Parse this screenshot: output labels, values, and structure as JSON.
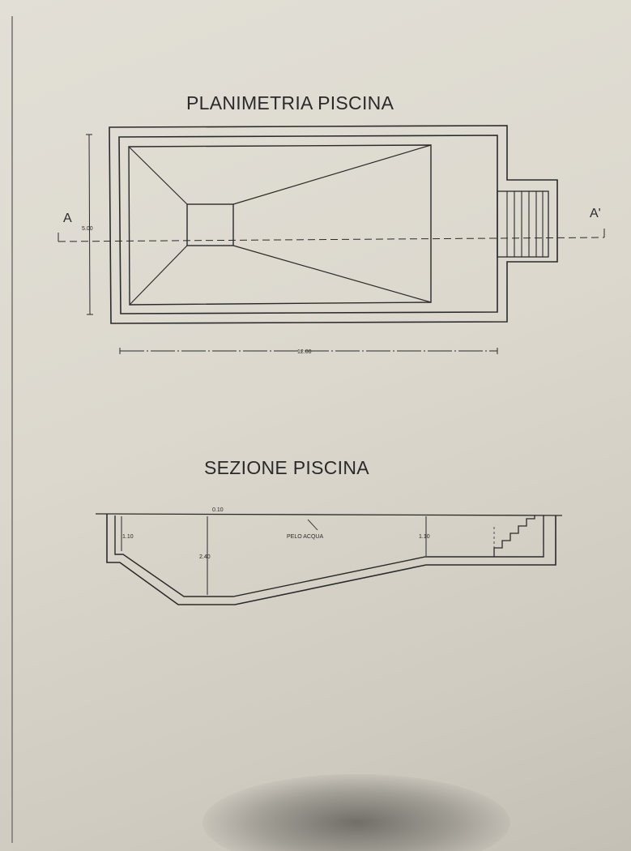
{
  "plan": {
    "title": "PLANIMETRIA PISCINA",
    "section_mark_left": "A",
    "section_mark_right": "A'",
    "width_dimension": "5.00",
    "length_dimension": "12.00"
  },
  "section": {
    "title": "SEZIONE PISCINA",
    "deck_dimension": "0.10",
    "water_level_label": "PELO ACQUA",
    "shallow_step_depth": "1.10",
    "max_depth": "2.40",
    "far_end_depth": "1.10"
  },
  "colors": {
    "paper": "#dcd8ce",
    "ink": "#2a2a2a"
  }
}
